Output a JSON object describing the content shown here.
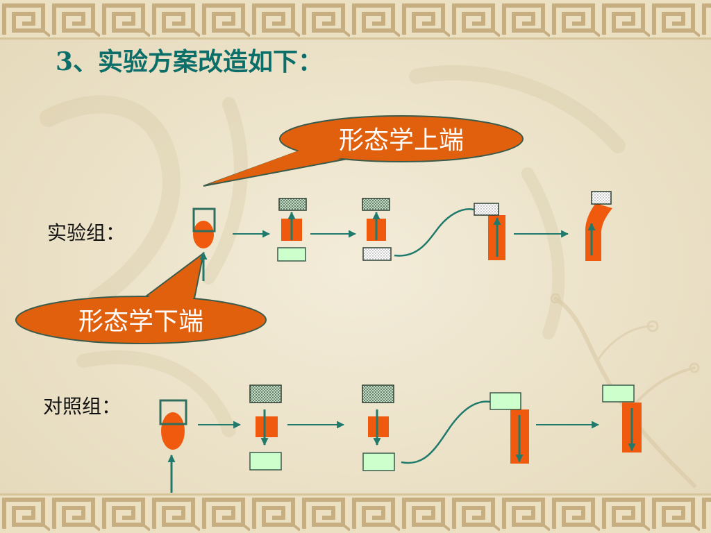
{
  "slide": {
    "title": "3、实验方案改造如下："
  },
  "groups": {
    "experimental": {
      "label": "实验组："
    },
    "control": {
      "label": "对照组："
    }
  },
  "callouts": {
    "top": "形态学上端",
    "bottom": "形态学下端"
  },
  "colors": {
    "background": "#efe6cd",
    "title": "#0b6e69",
    "tissue": "#f05a0f",
    "callout": "#e0600e",
    "arrow": "#1f7a6c",
    "outline": "#3b5b4b",
    "agar_plain": "#ccffcc"
  }
}
